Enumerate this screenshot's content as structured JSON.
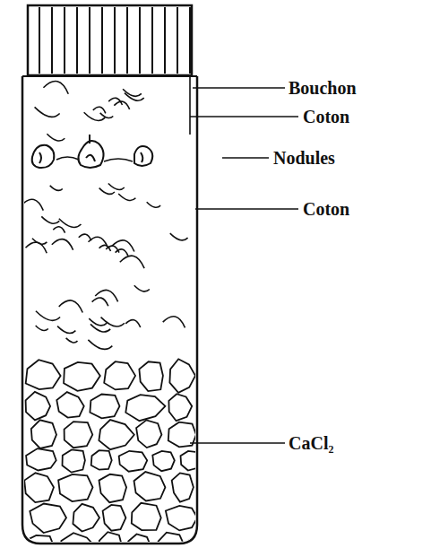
{
  "diagram": {
    "labels": [
      "Bouchon",
      "Coton",
      "Nodules",
      "Coton",
      "CaCl₂"
    ]
  }
}
